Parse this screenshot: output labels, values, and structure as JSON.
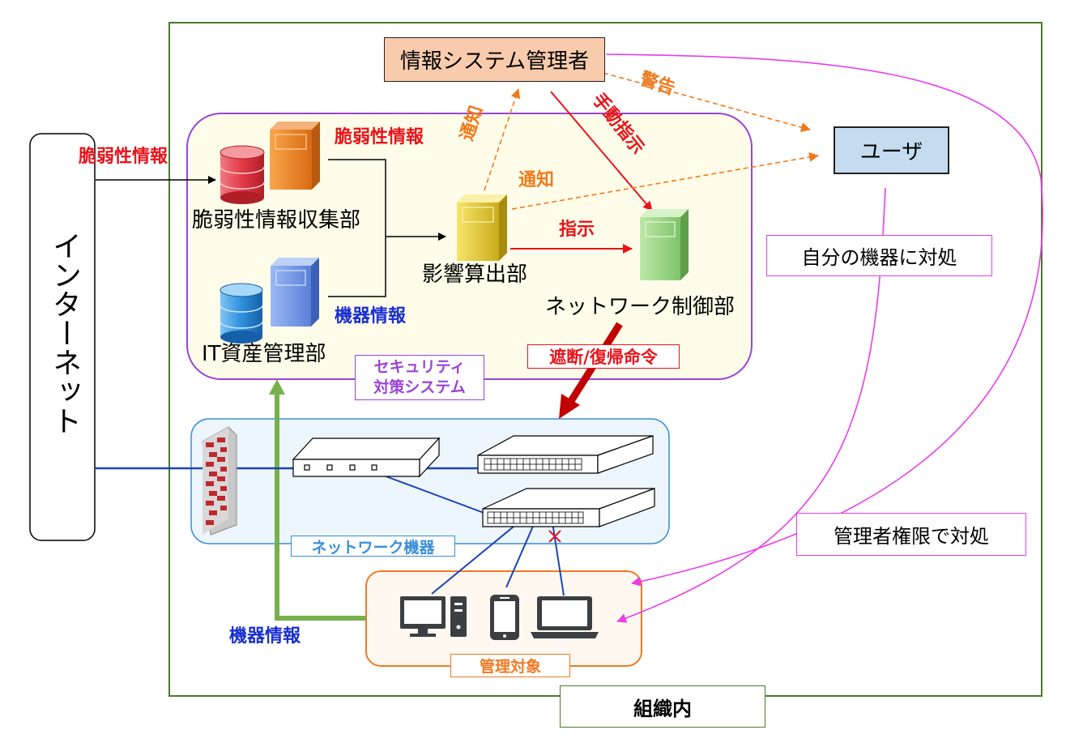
{
  "internet": {
    "label": "インターネット"
  },
  "org": {
    "label": "組織内"
  },
  "security_system": {
    "label_line1": "セキュリティ",
    "label_line2": "対策システム"
  },
  "admin": {
    "label": "情報システム管理者"
  },
  "user": {
    "label": "ユーザ"
  },
  "components": {
    "collector": "脆弱性情報収集部",
    "asset": "IT資産管理部",
    "impact": "影響算出部",
    "netctrl": "ネットワーク制御部"
  },
  "network": {
    "label": "ネットワーク機器"
  },
  "managed": {
    "label": "管理対象"
  },
  "arrows": {
    "vuln_in": "脆弱性情報",
    "vuln_info": "脆弱性情報",
    "device_info_top": "機器情報",
    "device_info_bottom": "機器情報",
    "notify_admin": "通知",
    "notify_user": "通知",
    "warning": "警告",
    "manual": "手動指示",
    "instruct": "指示",
    "block_restore": "遮断/復帰命令"
  },
  "actions": {
    "self_handle": "自分の機器に対処",
    "admin_handle": "管理者権限で対処"
  },
  "colors": {
    "org_border": "#4a7a2c",
    "security_border": "#9a44d8",
    "security_fill": "#fffdea",
    "network_border": "#3a8ed8",
    "network_fill": "#edf6fd",
    "managed_border": "#f07a24",
    "managed_fill": "#fff8f0",
    "admin_fill": "#f8cbad",
    "user_fill": "#c5dcf0",
    "red_text": "#e8141a",
    "blue_text": "#1a2fd0",
    "orange_text": "#ef7a1c",
    "magenta": "#ea3ee8",
    "green_arrow": "#78b04a",
    "dark_red_arrow": "#c00000",
    "line_blue": "#1a44b8"
  }
}
